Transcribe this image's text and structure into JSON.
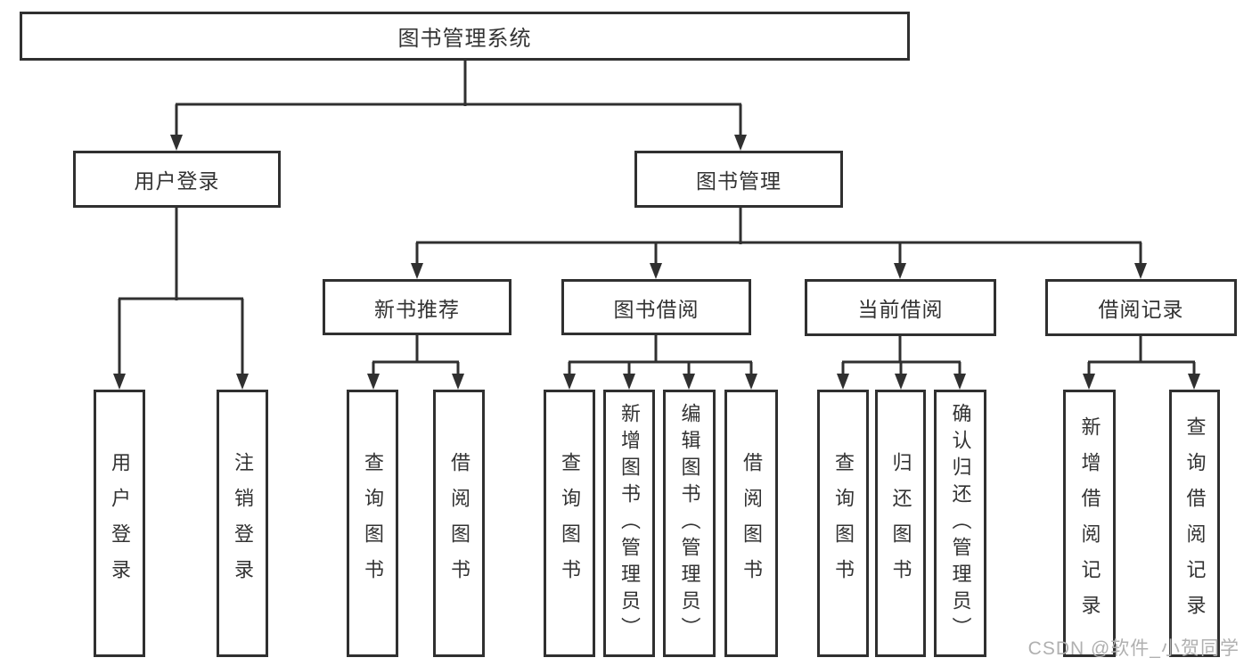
{
  "diagram": {
    "root": {
      "label": "图书管理系统"
    },
    "branches": {
      "user_login": {
        "label": "用户登录",
        "children": {
          "login": {
            "label": "用户登录"
          },
          "logout": {
            "label": "注销登录"
          }
        }
      },
      "book_management": {
        "label": "图书管理",
        "sections": {
          "new_book_recommend": {
            "label": "新书推荐",
            "children": {
              "query_books": {
                "label": "查询图书"
              },
              "borrow_books": {
                "label": "借阅图书"
              }
            }
          },
          "book_borrow": {
            "label": "图书借阅",
            "children": {
              "query_books": {
                "label": "查询图书"
              },
              "add_books": {
                "label": "新增图书（管理员）"
              },
              "edit_books": {
                "label": "编辑图书（管理员）"
              },
              "borrow_books": {
                "label": "借阅图书"
              }
            }
          },
          "current_borrow": {
            "label": "当前借阅",
            "children": {
              "query_books": {
                "label": "查询图书"
              },
              "return_books": {
                "label": "归还图书"
              },
              "confirm_return": {
                "label": "确认归还（管理员）"
              }
            }
          },
          "borrow_records": {
            "label": "借阅记录",
            "children": {
              "add_record": {
                "label": "新增借阅记录"
              },
              "query_record": {
                "label": "查询借阅记录"
              }
            }
          }
        }
      }
    }
  },
  "watermark": {
    "text": "CSDN @软件_小贺同学"
  },
  "colors": {
    "line": "#303030",
    "text": "#333333",
    "background": "#ffffff",
    "watermark": "#b0b0b0"
  }
}
